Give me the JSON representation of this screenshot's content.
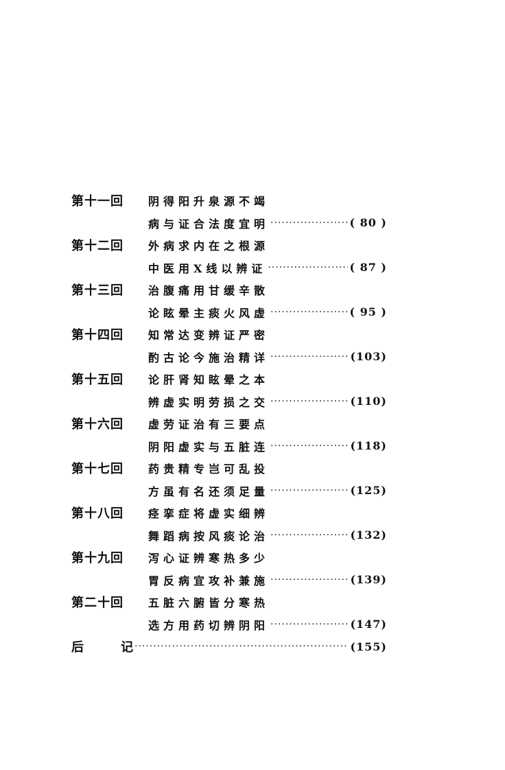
{
  "toc": {
    "entries": [
      {
        "chapter": "第十一回",
        "line1": "阴得阳升泉源不竭",
        "line2": "病与证合法度宜明",
        "page": "( 80 )"
      },
      {
        "chapter": "第十二回",
        "line1": "外病求内在之根源",
        "line2": "中医用X线以辨证",
        "page": "( 87 )"
      },
      {
        "chapter": "第十三回",
        "line1": "治腹痛用甘缓辛散",
        "line2": "论眩晕主痰火风虚",
        "page": "( 95 )"
      },
      {
        "chapter": "第十四回",
        "line1": "知常达变辨证严密",
        "line2": "酌古论今施治精详",
        "page": "(103)"
      },
      {
        "chapter": "第十五回",
        "line1": "论肝肾知眩晕之本",
        "line2": "辨虚实明劳损之交",
        "page": "(110)"
      },
      {
        "chapter": "第十六回",
        "line1": "虚劳证治有三要点",
        "line2": "阴阳虚实与五脏连",
        "page": "(118)"
      },
      {
        "chapter": "第十七回",
        "line1": "药贵精专岂可乱投",
        "line2": "方虽有名还须足量",
        "page": "(125)"
      },
      {
        "chapter": "第十八回",
        "line1": "痉挛症将虚实细辨",
        "line2": "舞蹈病按风痰论治",
        "page": "(132)"
      },
      {
        "chapter": "第十九回",
        "line1": "泻心证辨寒热多少",
        "line2": "胃反病宜攻补兼施",
        "page": "(139)"
      },
      {
        "chapter": "第二十回",
        "line1": "五脏六腑皆分寒热",
        "line2": "选方用药切辨阴阳",
        "page": "(147)"
      }
    ],
    "afterword": {
      "label_a": "后",
      "label_b": "记",
      "page": "(155)"
    },
    "dots": "··························································"
  }
}
